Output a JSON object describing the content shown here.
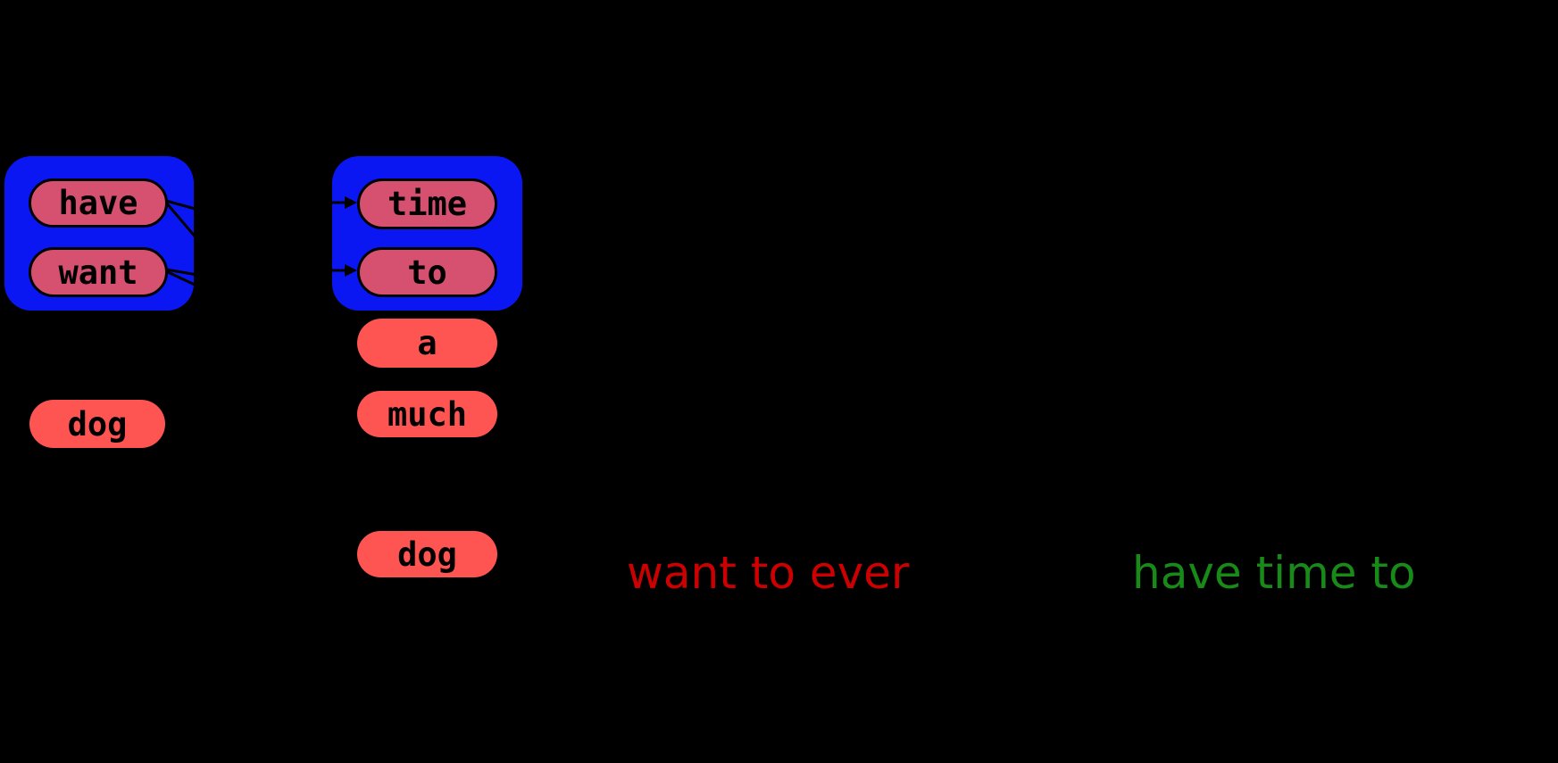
{
  "canvas": {
    "background": "#000000"
  },
  "colors": {
    "group_fill": "#0b17f2",
    "grouped_pill_fill": "#d6506f",
    "single_pill_fill": "#fe5552",
    "pill_border": "#000000",
    "edge_stroke": "#000000",
    "rejected_text": "#cc0000",
    "accepted_text": "#188a18"
  },
  "lattice": {
    "column1_group": {
      "items": [
        "have",
        "want"
      ]
    },
    "column2_group": {
      "items": [
        "time",
        "to"
      ]
    },
    "nodes": {
      "have": {
        "label": "have"
      },
      "want": {
        "label": "want"
      },
      "time": {
        "label": "time"
      },
      "to": {
        "label": "to"
      },
      "a": {
        "label": "a"
      },
      "much": {
        "label": "much"
      },
      "dog_left": {
        "label": "dog"
      },
      "dog_right": {
        "label": "dog"
      }
    },
    "edges": {
      "visible_stub_sources": [
        "have",
        "want"
      ],
      "visible_arrow_targets": [
        "time",
        "to"
      ]
    }
  },
  "captions": {
    "rejected": {
      "text": "want to ever",
      "color": "#cc0000"
    },
    "accepted": {
      "text": "have time to",
      "color": "#188a18"
    }
  }
}
